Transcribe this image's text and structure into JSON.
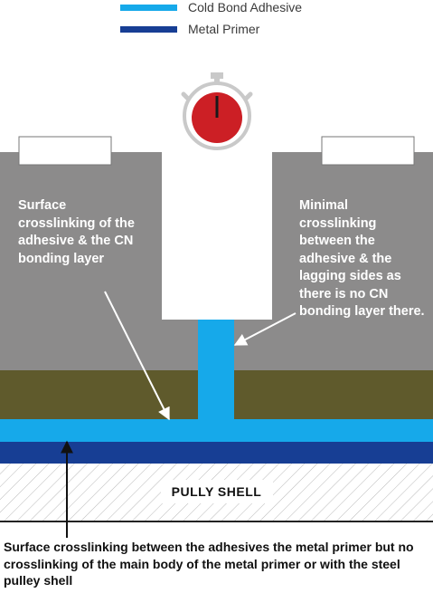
{
  "legend": [
    {
      "label": "Cold Bond Adhesive",
      "color": "#16a9ea"
    },
    {
      "label": "Metal Primer",
      "color": "#173e94"
    }
  ],
  "callouts": {
    "left": "Surface crosslinking of the adhesive & the CN bonding layer",
    "right": "Minimal crosslinking between the adhesive & the lagging sides as there is no CN bonding layer there."
  },
  "shell_label": "PULLY SHELL",
  "caption": "Surface crosslinking between the adhesives the metal primer but no crosslinking of the main body of the metal primer or with the steel pulley shell",
  "colors": {
    "lagging": "#8c8b8b",
    "cn_layer": "#5f5a2c",
    "adhesive": "#16a9ea",
    "primer": "#173e94",
    "timer_face": "#cc1f25"
  },
  "icons": {
    "timer": "stopwatch-icon"
  }
}
